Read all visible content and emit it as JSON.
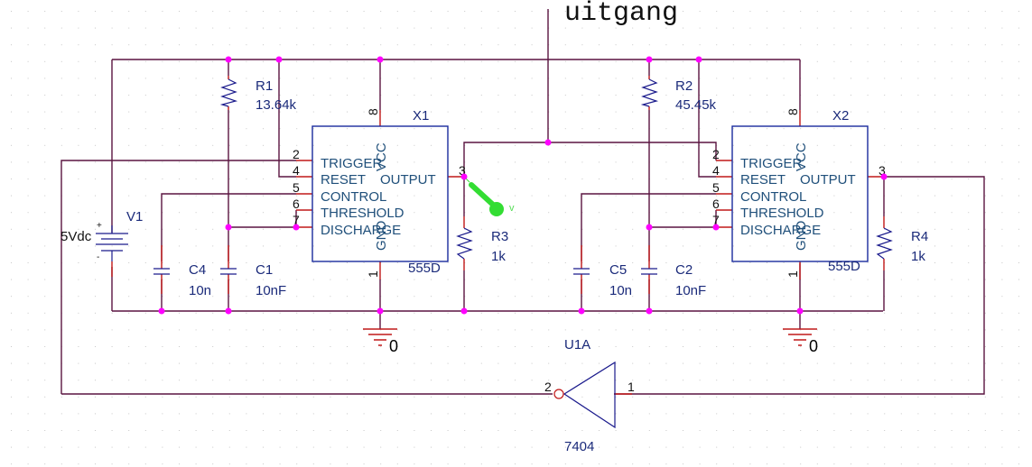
{
  "net_label": "uitgang",
  "colors": {
    "wire": "#5a1440",
    "pin": "#c01818",
    "part": "#1a1a8c",
    "junction": "#ff00ff",
    "probe": "#33dd33"
  },
  "components": {
    "R1": {
      "ref": "R1",
      "value": "13.64k"
    },
    "R2": {
      "ref": "R2",
      "value": "45.45k"
    },
    "R3": {
      "ref": "R3",
      "value": "1k"
    },
    "R4": {
      "ref": "R4",
      "value": "1k"
    },
    "C1": {
      "ref": "C1",
      "value": "10nF"
    },
    "C2": {
      "ref": "C2",
      "value": "10nF"
    },
    "C4": {
      "ref": "C4",
      "value": "10n"
    },
    "C5": {
      "ref": "C5",
      "value": "10n"
    },
    "V1": {
      "ref": "V1",
      "value": "5Vdc",
      "plus": "+",
      "minus": "-"
    },
    "X1": {
      "ref": "X1",
      "part": "555D"
    },
    "X2": {
      "ref": "X2",
      "part": "555D"
    },
    "U1A": {
      "ref": "U1A",
      "part": "7404",
      "pin_in": "1",
      "pin_out": "2"
    }
  },
  "ic555": {
    "pins_left": [
      {
        "num": "2",
        "name": "TRIGGER"
      },
      {
        "num": "4",
        "name": "RESET"
      },
      {
        "num": "5",
        "name": "CONTROL"
      },
      {
        "num": "6",
        "name": "THRESHOLD"
      },
      {
        "num": "7",
        "name": "DISCHARGE"
      }
    ],
    "pin_out": {
      "num": "3",
      "name": "OUTPUT"
    },
    "pin_vcc": {
      "num": "8",
      "name": "VCC"
    },
    "pin_gnd": {
      "num": "1",
      "name": "GND"
    }
  },
  "ground": {
    "label": "0"
  },
  "probe": {
    "label": "V"
  }
}
